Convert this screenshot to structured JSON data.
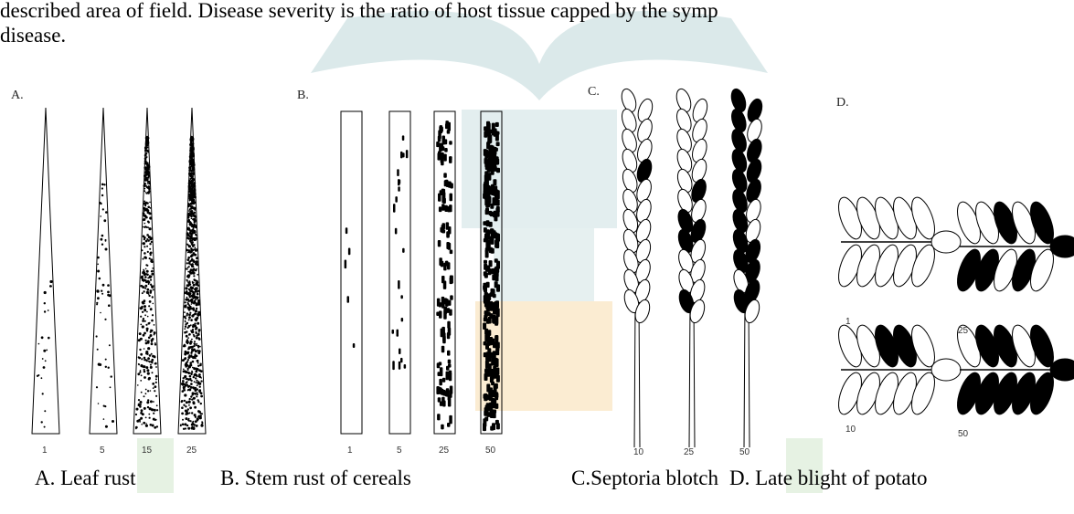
{
  "body_text": {
    "line1": "described area of field. Disease severity is the ratio of host tissue capped by the symp",
    "line2": "disease."
  },
  "panels": {
    "A": {
      "letter": "A.",
      "scale": [
        "1",
        "5",
        "15",
        "25"
      ]
    },
    "B": {
      "letter": "B.",
      "scale": [
        "1",
        "5",
        "25",
        "50"
      ]
    },
    "C": {
      "letter": "C.",
      "scale": [
        "10",
        "25",
        "50"
      ]
    },
    "D": {
      "letter": "D.",
      "scale": [
        "1",
        "25",
        "10",
        "50"
      ]
    }
  },
  "captions": {
    "A": "A.  Leaf rust",
    "B": "B. Stem rust of cereals",
    "C": "C.Septoria blotch",
    "D": "D. Late blight of potato"
  },
  "colors": {
    "ink": "#000000",
    "watermark_teal": "#cfe3e6",
    "watermark_green": "#cfe9cf",
    "watermark_orange": "#f6dfb9"
  }
}
